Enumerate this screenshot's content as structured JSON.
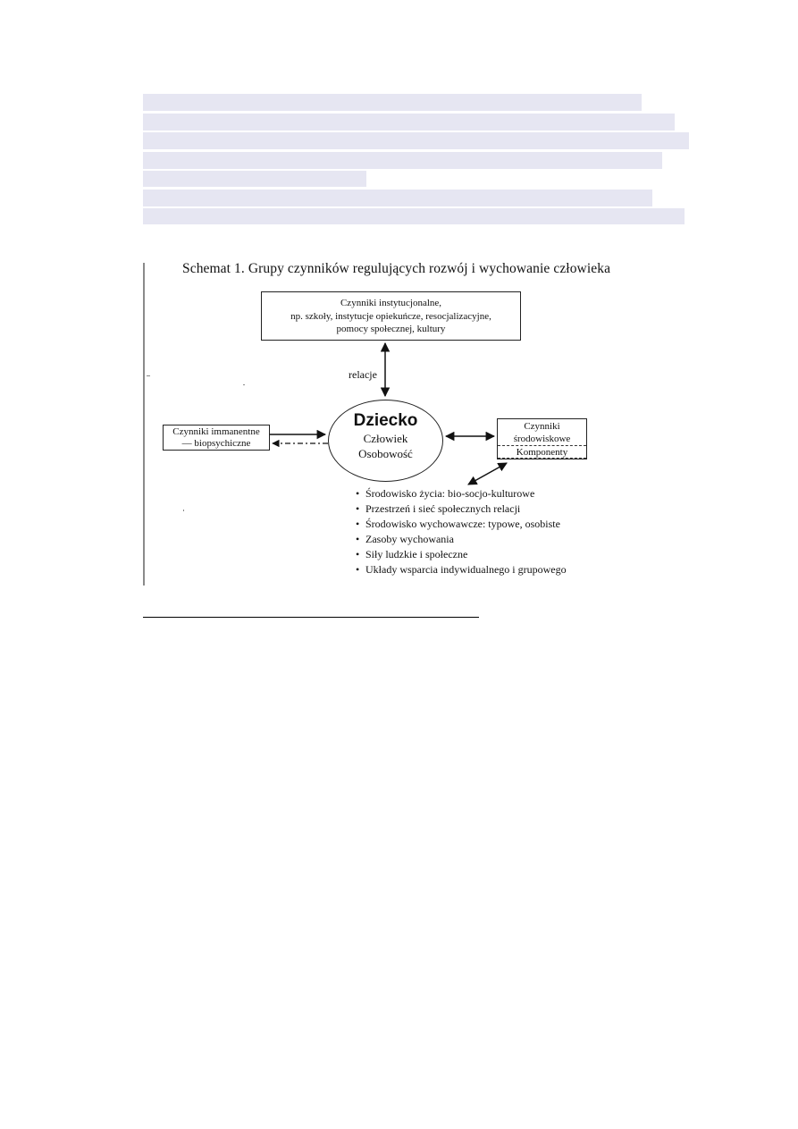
{
  "figure": {
    "title": "Schemat 1. Grupy czynników regulujących rozwój i wychowanie człowieka",
    "institutional_box": {
      "line1": "Czynniki instytucjonalne,",
      "line2": "np. szkoły, instytucje opiekuńcze, resocjalizacyjne,",
      "line3": "pomocy społecznej, kultury"
    },
    "relation_label": "relacje",
    "immanent_box": {
      "line1": "Czynniki immanentne",
      "line2": "— biopsychiczne"
    },
    "center": {
      "main": "Dziecko",
      "line2": "Człowiek",
      "line3": "Osobowość"
    },
    "environment_box": {
      "line1": "Czynniki",
      "line2": "środowiskowe",
      "line3": "Komponenty"
    },
    "components": [
      "Środowisko życia: bio-socjo-kulturowe",
      "Przestrzeń i sieć społecznych relacji",
      "Środowisko wychowawcze: typowe, osobiste",
      "Zasoby wychowania",
      "Siły ludzkie i społeczne",
      "Układy wsparcia indywidualnego i grupowego"
    ]
  }
}
